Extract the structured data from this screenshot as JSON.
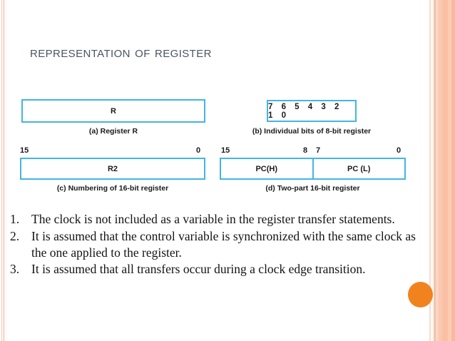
{
  "slide": {
    "title": "Representation of register",
    "accent_blue": "#44b4e4",
    "accent_orange": "#f0831e",
    "title_color": "#4a5464",
    "edge_peach": "#fac0a4"
  },
  "diagram": {
    "figures": [
      {
        "id": "a",
        "caption": "(a) Register R",
        "box_label": "R",
        "bit_labels": []
      },
      {
        "id": "b",
        "caption": "(b) Individual bits of 8-bit register",
        "box_label": "7 6 5 4 3 2 1 0",
        "bit_labels": []
      },
      {
        "id": "c",
        "caption": "(c) Numbering of 16-bit register",
        "box_label": "R2",
        "bit_labels": [
          "15",
          "0"
        ]
      },
      {
        "id": "d",
        "caption": "(d) Two-part 16-bit register",
        "box_label_left": "PC(H)",
        "box_label_right": "PC (L)",
        "bit_labels": [
          "15",
          "8",
          "7",
          "0"
        ]
      }
    ]
  },
  "content": {
    "items": [
      {
        "number": "1.",
        "text": "The clock is not included as a variable in the register transfer statements."
      },
      {
        "number": "2.",
        "text": "It is assumed that the control variable is synchronized with the same clock    as the one applied to the register."
      },
      {
        "number": "3.",
        "text": "It is assumed that all transfers occur during a clock edge transition."
      }
    ]
  }
}
